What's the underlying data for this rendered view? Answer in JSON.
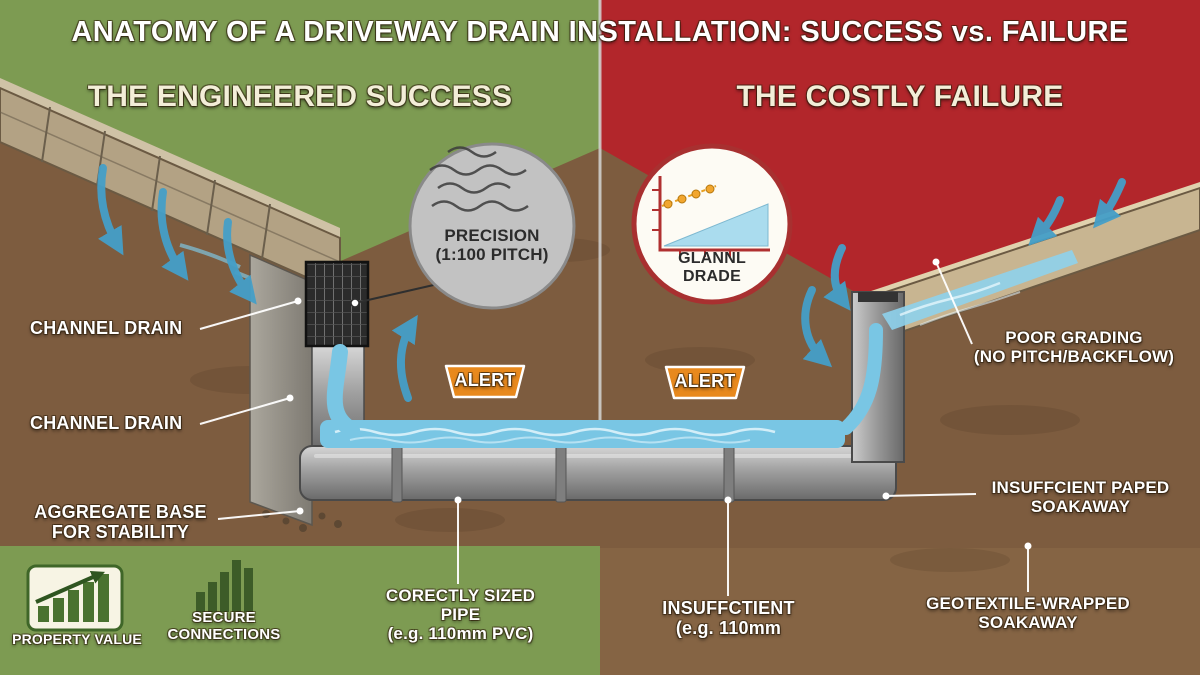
{
  "title": "ANATOMY OF A DRIVEWAY DRAIN INSTALLATION: SUCCESS vs. FAILURE",
  "left_panel": {
    "subtitle": "THE ENGINEERED SUCCESS",
    "channel_drain_upper": "CHANNEL DRAIN",
    "channel_drain_lower": "CHANNEL DRAIN",
    "aggregate_base": "AGGREGATE BASE\nFOR STABILITY",
    "precision_callout": "PRECISION\n(1:100 PITCH)",
    "alert_badge": "ALERT",
    "correct_pipe": "CORECTLY SIZED\nPIPE\n(e.g. 110mm PVC)",
    "property_value": "PROPERTY VALUE",
    "secure_connections": "SECURE\nCONNECTIONS"
  },
  "right_panel": {
    "subtitle": "THE COSTLY FAILURE",
    "grade_callout": "GLANNL\nDRADE",
    "alert_badge": "ALERT",
    "poor_grading": "POOR GRADING\n(NO PITCH/BACKFLOW)",
    "insufficient_soakaway": "INSUFFCIENT PAPED\nSOAKAWAY",
    "insufficient_pipe": "INSUFFCTIENT\n(e.g. 110mm",
    "geotextile_soakaway": "GEOTEXTILE-WRAPPED\nSOAKAWAY"
  },
  "colors": {
    "panel_green": "#7d9b52",
    "panel_red": "#b2262b",
    "soil_brown": "#7d5c3f",
    "soil_light": "#8d6b49",
    "water_blue": "#79c6e4",
    "arrow_blue": "#459fc8",
    "alert_orange": "#e8891d",
    "pipe_gray": "#9a9a9a",
    "callout_gray": "#c2c2c2",
    "cream_text": "#f3eed8"
  }
}
